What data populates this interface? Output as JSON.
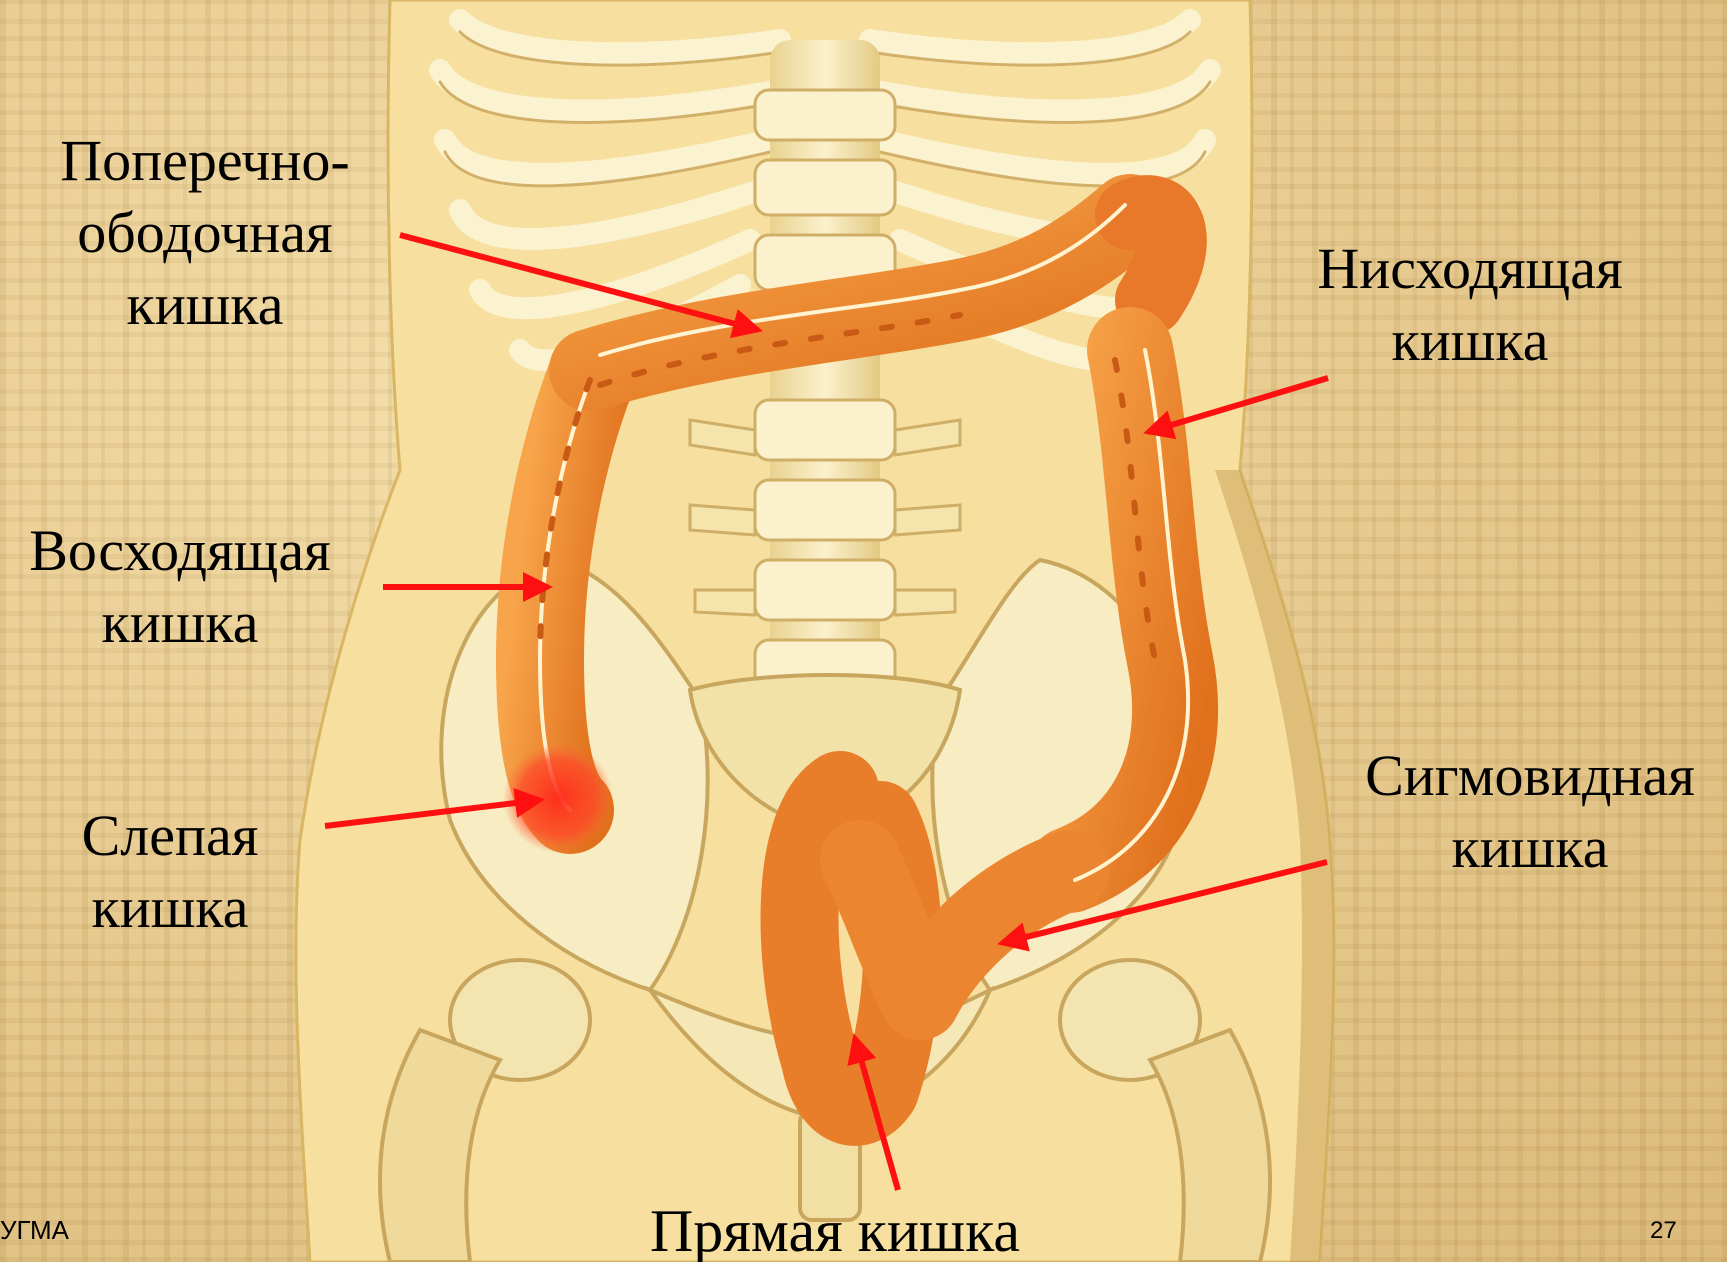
{
  "labels": {
    "transverse_colon": [
      "Поперечно-",
      "ободочная",
      "кишка"
    ],
    "descending_colon": [
      "Нисходящая",
      "кишка"
    ],
    "ascending_colon": [
      "Восходящая",
      "кишка"
    ],
    "cecum": [
      "Слепая",
      "кишка"
    ],
    "sigmoid_colon": [
      "Сигмовидная",
      "кишка"
    ],
    "rectum": "Прямая  кишка"
  },
  "footer": {
    "organization": "УГМА",
    "slide_number": "27"
  },
  "colors": {
    "arrow": "#ff1010",
    "colon": "#f08a2a",
    "bone": "#f7e9b8",
    "background": "#e6c98e",
    "highlight": "#ff3a2a"
  }
}
